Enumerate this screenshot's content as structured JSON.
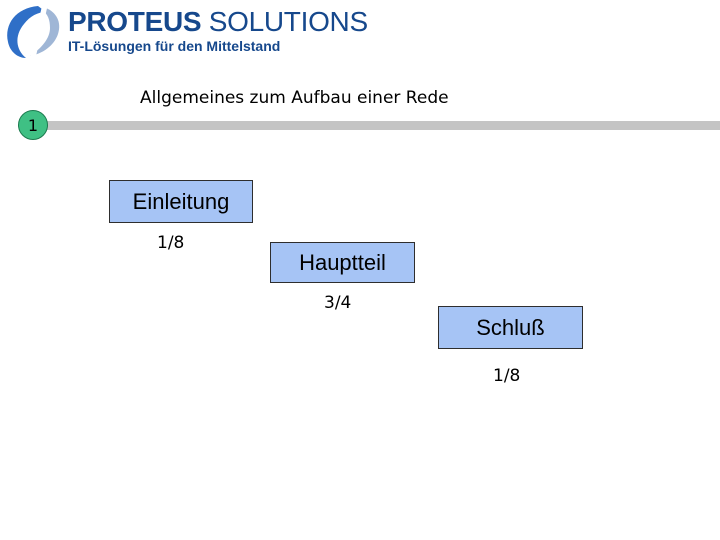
{
  "logo": {
    "brand_bold": "PROTEUS",
    "brand_light": "SOLUTIONS",
    "tagline": "IT-Lösungen für den Mittelstand"
  },
  "slide": {
    "number": "1",
    "title": "Allgemeines zum Aufbau einer Rede"
  },
  "sections": [
    {
      "label": "Einleitung",
      "share": "1/8"
    },
    {
      "label": "Hauptteil",
      "share": "3/4"
    },
    {
      "label": "Schluß",
      "share": "1/8"
    }
  ],
  "colors": {
    "box_fill": "#a6c4f5",
    "badge_fill": "#3fc084",
    "title_bar": "#c4c4c4",
    "brand_blue": "#16488c"
  }
}
